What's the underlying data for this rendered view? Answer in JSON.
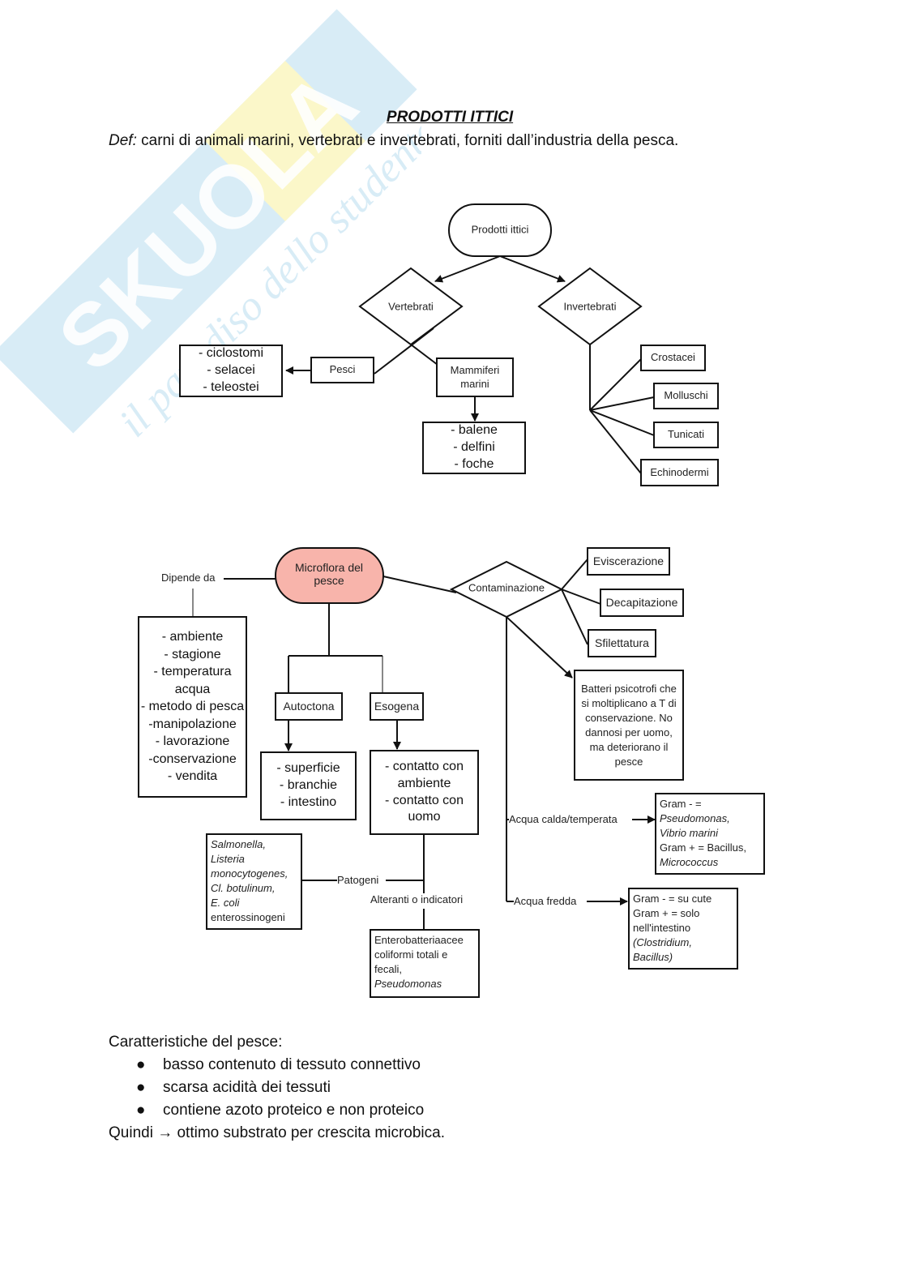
{
  "watermark": {
    "brand": "SKUOLA.net",
    "tagline": "il paradiso dello studente",
    "colors": {
      "blue": "#cfe6f3",
      "yellow": "#fbf6c4"
    }
  },
  "header": {
    "title": "PRODOTTI ITTICI",
    "definition_prefix": "Def:",
    "definition_text": " carni di animali marini, vertebrati e invertebrati, forniti dall’industria della pesca."
  },
  "diagram1": {
    "root": "Prodotti ittici",
    "vertebrati": "Vertebrati",
    "invertebrati": "Invertebrati",
    "pesci": "Pesci",
    "pesci_list": [
      "- ciclostomi",
      "- selacei",
      "- teleostei"
    ],
    "mammiferi": "Mammiferi marini",
    "mammiferi_list": [
      "- balene",
      "-  delfini",
      "- foche"
    ],
    "invertebrati_children": [
      "Crostacei",
      "Molluschi",
      "Tunicati",
      "Echinodermi"
    ]
  },
  "diagram2": {
    "root": "Microflora del pesce",
    "root_fill": "#f8b4ab",
    "dipende_da": "Dipende da",
    "fattori": [
      "- ambiente",
      "- stagione",
      "- temperatura acqua",
      "-  metodo di pesca",
      "-manipolazione",
      "- lavorazione",
      "-conservazione",
      "-  vendita"
    ],
    "autoctona": "Autoctona",
    "autoctona_list": [
      "- superficie",
      "- branchie",
      "-  intestino"
    ],
    "esogena": "Esogena",
    "esogena_list": [
      "- contatto con ambiente",
      "- contatto con uomo"
    ],
    "patogeni_label": "Patogeni",
    "patogeni_list": [
      "Salmonella,",
      "Listeria",
      "monocytogenes,",
      "Cl. botulinum,",
      "E. coli",
      "enterossinogeni"
    ],
    "alteranti_label": "Alteranti o indicatori",
    "alteranti_list": [
      "Enterobatteriaacee",
      "coliformi totali e",
      "fecali,",
      "Pseudomonas"
    ],
    "contaminazione": "Contaminazione",
    "contaminazione_children": [
      "Eviscerazione",
      "Decapitazione",
      "Sfilettatura"
    ],
    "batteri_psicotrofi": "Batteri psicotrofi che si moltiplicano a T di conservazione. No dannosi per uomo, ma deteriorano il pesce",
    "acqua_calda_label": "Acqua calda/temperata",
    "acqua_calda_box": [
      "Gram - =",
      "Pseudomonas,",
      "Vibrio marini",
      "Gram + = Bacillus,",
      "Micrococcus"
    ],
    "acqua_fredda_label": "Acqua fredda",
    "acqua_fredda_box": [
      "Gram - = su cute",
      "Gram + = solo",
      "nell'intestino",
      "(Clostridium,",
      "Bacillus)"
    ]
  },
  "caratteristiche": {
    "heading": "Caratteristiche del pesce:",
    "bullet": "●",
    "items": [
      "basso contenuto di tessuto connettivo",
      "scarsa acidità dei tessuti",
      "contiene azoto proteico e non proteico"
    ],
    "conclusion": "Quindi → ottimo substrato per crescita microbica."
  }
}
